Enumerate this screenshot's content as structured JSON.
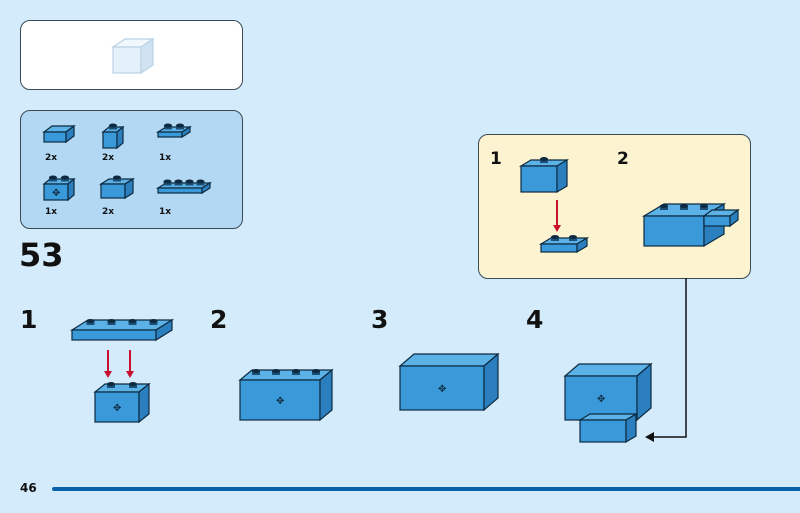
{
  "page_number": "46",
  "step_number": "53",
  "parts_list": [
    {
      "part": "slope-brick-1x2",
      "qty": "2x"
    },
    {
      "part": "brick-1x1",
      "qty": "2x"
    },
    {
      "part": "plate-1x2",
      "qty": "1x"
    },
    {
      "part": "technic-brick-1x2",
      "qty": "1x"
    },
    {
      "part": "inverted-slope-1x2",
      "qty": "2x"
    },
    {
      "part": "plate-1x4",
      "qty": "1x"
    }
  ],
  "substeps": [
    {
      "label": "1"
    },
    {
      "label": "2"
    },
    {
      "label": "3"
    },
    {
      "label": "4"
    }
  ],
  "callout": {
    "steps": [
      {
        "label": "1"
      },
      {
        "label": "2"
      }
    ]
  },
  "colors": {
    "background": "#d3ebfa",
    "brick": "#3a9ad9",
    "outline": "#0d2a40",
    "arrow": "#c8102e",
    "callout": "#fcf3d0",
    "pageline": "#0a62ad"
  }
}
